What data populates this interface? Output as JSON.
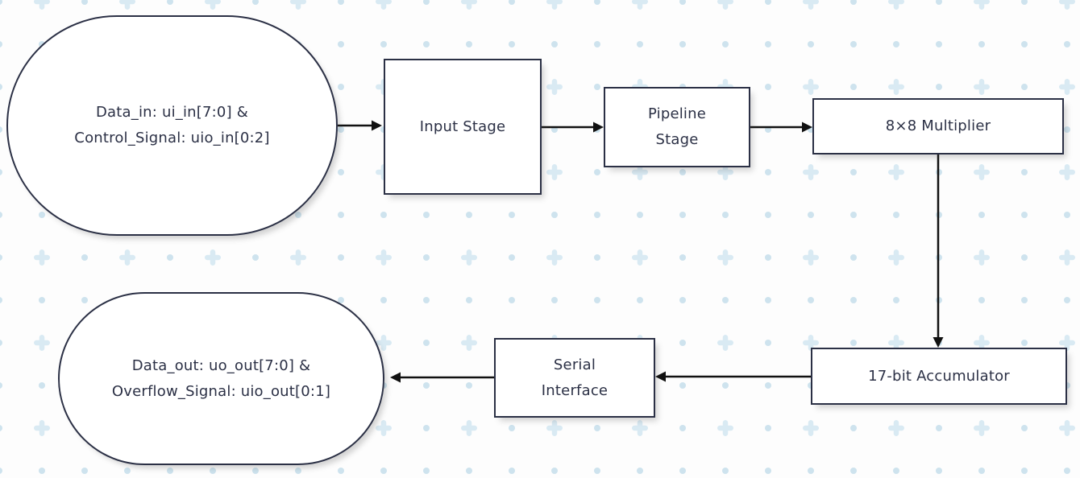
{
  "diagram": {
    "type": "flowchart",
    "nodes": [
      {
        "id": "data_in",
        "shape": "stadium",
        "label": "Data_in: ui_in[7:0] &\nControl_Signal: uio_in[0:2]"
      },
      {
        "id": "input_stage",
        "shape": "rect",
        "label": "Input Stage"
      },
      {
        "id": "pipeline_stage",
        "shape": "rect",
        "label": "Pipeline\nStage"
      },
      {
        "id": "multiplier",
        "shape": "rect",
        "label": "8×8 Multiplier"
      },
      {
        "id": "accumulator",
        "shape": "rect",
        "label": "17-bit Accumulator"
      },
      {
        "id": "serial_interface",
        "shape": "rect",
        "label": "Serial\nInterface"
      },
      {
        "id": "data_out",
        "shape": "stadium",
        "label": "Data_out: uo_out[7:0] &\nOverflow_Signal: uio_out[0:1]"
      }
    ],
    "edges": [
      {
        "from": "data_in",
        "to": "input_stage"
      },
      {
        "from": "input_stage",
        "to": "pipeline_stage"
      },
      {
        "from": "pipeline_stage",
        "to": "multiplier"
      },
      {
        "from": "multiplier",
        "to": "accumulator"
      },
      {
        "from": "accumulator",
        "to": "serial_interface"
      },
      {
        "from": "serial_interface",
        "to": "data_out"
      }
    ],
    "colors": {
      "node_border": "#2b3045",
      "node_fill": "#ffffff",
      "text": "#2b3045",
      "arrow": "#111111",
      "background": "#fdfdfd",
      "pattern_dot": "#cee3ee",
      "pattern_plus": "#d9eaf3"
    }
  }
}
